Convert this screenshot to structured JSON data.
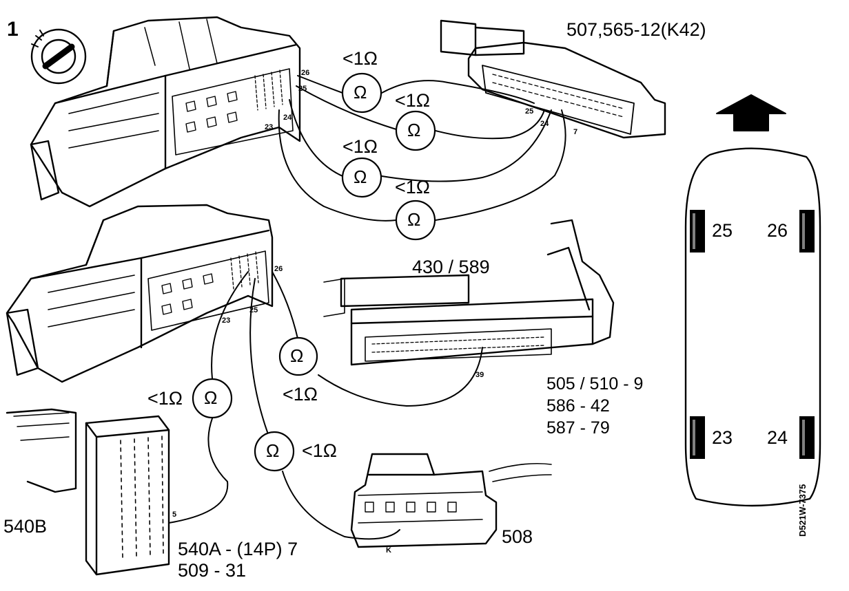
{
  "figure_number": "1",
  "ohm_symbol": "Ω",
  "resistance_label": "<1Ω",
  "connectors": {
    "k42": "507,565-12(K42)",
    "c430": "430 / 589",
    "c505": "505 / 510 - 9",
    "c586": "586 - 42",
    "c587": "587 - 79",
    "c540b": "540B",
    "c540a": "540A - (14P) 7",
    "c509": "509 - 31",
    "c508": "508"
  },
  "pins": {
    "upper_26": "26",
    "upper_25": "25",
    "upper_24": "24",
    "upper_23": "23",
    "k42_25": "25",
    "k42_24": "24",
    "k42_7": "7",
    "lower_26": "26",
    "lower_25": "25",
    "lower_23": "23",
    "p39": "39",
    "p5": "5",
    "pK": "K"
  },
  "wheels": {
    "fl": "25",
    "fr": "26",
    "rl": "23",
    "rr": "24"
  },
  "doc_code": "D521W-7375"
}
